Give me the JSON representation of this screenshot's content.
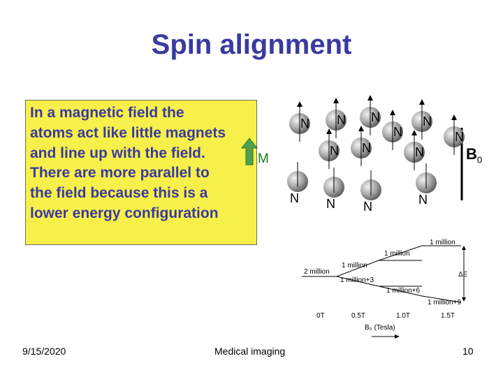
{
  "slide": {
    "title": "Spin alignment",
    "text_lines": [
      "In a magnetic field the",
      "atoms act like little magnets",
      "and line up with the field.",
      "There are more parallel to",
      "the field because this is a",
      "lower energy configuration"
    ],
    "magnetization_label": "M",
    "field_label": "B",
    "field_subscript": "0",
    "pole_label": "N",
    "footer": {
      "date": "9/15/2020",
      "center": "Medical imaging",
      "page": "10"
    },
    "colors": {
      "title": "#3a3aa0",
      "textbox_bg": "#f7f04a",
      "magnetization_arrow": "#1a7a1a"
    }
  },
  "energy_diagram": {
    "state_labels": [
      "2 million",
      "1 million",
      "1 million+3",
      "1 million",
      "1 million+6",
      "1 million",
      "1 million+9"
    ],
    "delta_label": "ΔE",
    "x_ticks": [
      "0T",
      "0.5T",
      "1.0T",
      "1.5T"
    ],
    "x_axis_label": "B₀ (Tesla)"
  },
  "spins": [
    {
      "dir": "up"
    },
    {
      "dir": "up"
    },
    {
      "dir": "up"
    },
    {
      "dir": "up"
    },
    {
      "dir": "up"
    },
    {
      "dir": "up"
    },
    {
      "dir": "up"
    },
    {
      "dir": "up"
    },
    {
      "dir": "up"
    },
    {
      "dir": "down"
    },
    {
      "dir": "down"
    },
    {
      "dir": "down"
    },
    {
      "dir": "down"
    }
  ]
}
